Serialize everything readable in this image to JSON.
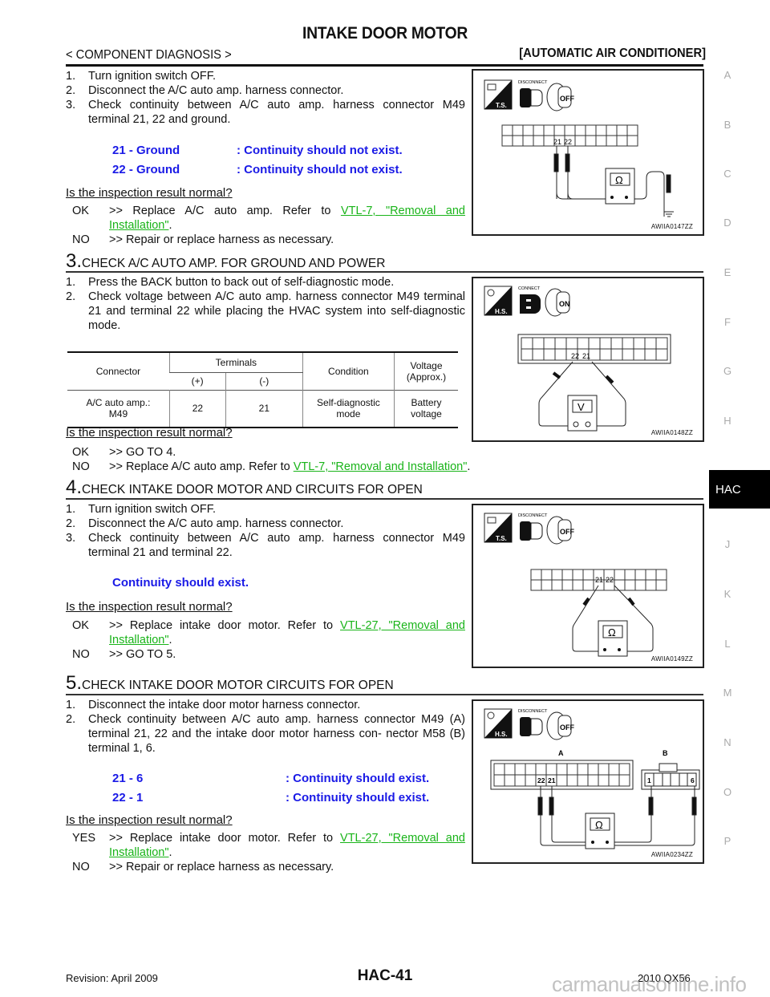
{
  "header": {
    "title": "INTAKE DOOR MOTOR",
    "section": "< COMPONENT DIAGNOSIS >",
    "category": "[AUTOMATIC AIR CONDITIONER]"
  },
  "step2_cont": {
    "items": [
      {
        "num": "1.",
        "text": "Turn ignition switch OFF."
      },
      {
        "num": "2.",
        "text": "Disconnect the A/C auto amp. harness connector."
      },
      {
        "num": "3.",
        "text": "Check continuity between A/C auto amp. harness connector M49 terminal 21, 22 and ground."
      }
    ],
    "specs": [
      {
        "pair": "21 - Ground",
        "result": ": Continuity should not exist."
      },
      {
        "pair": "22 - Ground",
        "result": ": Continuity should not exist."
      }
    ],
    "question": "Is the inspection result normal?",
    "results": [
      {
        "key": "OK",
        "text": ">> Replace A/C auto amp. Refer to ",
        "link": "VTL-7, \"Removal and Installation\"",
        "after": "."
      },
      {
        "key": "NO",
        "text": ">> Repair or replace harness as necessary.",
        "link": "",
        "after": ""
      }
    ],
    "figure": {
      "code": "AWIIA0147ZZ",
      "mode": "T.S.",
      "connect": "DISCONNECT",
      "switch": "OFF",
      "meter": "Ω",
      "pins": [
        "21",
        "22"
      ]
    }
  },
  "step3": {
    "number": "3.",
    "title": "CHECK A/C AUTO AMP. FOR GROUND AND POWER",
    "items": [
      {
        "num": "1.",
        "text": "Press the BACK button to back out of self-diagnostic mode."
      },
      {
        "num": "2.",
        "text": "Check voltage between A/C auto amp. harness connector M49 terminal 21 and terminal 22 while placing the HVAC system into self-diagnostic mode."
      }
    ],
    "table": {
      "headers": {
        "connector": "Connector",
        "terminals": "Terminals",
        "plus": "(+)",
        "minus": "(-)",
        "condition": "Condition",
        "voltage": "Voltage (Approx.)"
      },
      "rows": [
        {
          "connector": "A/C auto amp.: M49",
          "plus": "22",
          "minus": "21",
          "condition": "Self-diagnostic mode",
          "voltage": "Battery voltage"
        }
      ]
    },
    "question": "Is the inspection result normal?",
    "results": [
      {
        "key": "OK",
        "text": ">> GO TO 4.",
        "link": "",
        "after": ""
      },
      {
        "key": "NO",
        "text": ">> Replace A/C auto amp. Refer to ",
        "link": "VTL-7, \"Removal and Installation\"",
        "after": "."
      }
    ],
    "figure": {
      "code": "AWIIA0148ZZ",
      "mode": "H.S.",
      "connect": "CONNECT",
      "switch": "ON",
      "meter": "V",
      "pins": [
        "22",
        "21"
      ]
    }
  },
  "step4": {
    "number": "4.",
    "title": "CHECK INTAKE DOOR MOTOR AND CIRCUITS FOR OPEN",
    "items": [
      {
        "num": "1.",
        "text": "Turn ignition switch OFF."
      },
      {
        "num": "2.",
        "text": "Disconnect the A/C auto amp. harness connector."
      },
      {
        "num": "3.",
        "text": "Check continuity between A/C auto amp. harness connector M49 terminal 21 and terminal 22."
      }
    ],
    "spec": "Continuity should exist.",
    "question": "Is the inspection result normal?",
    "results": [
      {
        "key": "OK",
        "text": ">> Replace intake door motor. Refer to ",
        "link": "VTL-27, \"Removal and Installation\"",
        "after": "."
      },
      {
        "key": "NO",
        "text": ">> GO TO 5.",
        "link": "",
        "after": ""
      }
    ],
    "figure": {
      "code": "AWIIA0149ZZ",
      "mode": "T.S.",
      "connect": "DISCONNECT",
      "switch": "OFF",
      "meter": "Ω",
      "pins": [
        "21",
        "22"
      ]
    }
  },
  "step5": {
    "number": "5.",
    "title": "CHECK INTAKE DOOR MOTOR CIRCUITS FOR OPEN",
    "items": [
      {
        "num": "1.",
        "text": "Disconnect the intake door motor harness connector."
      },
      {
        "num": "2.",
        "text": "Check continuity between A/C auto amp. harness connector M49 (A) terminal 21, 22 and the intake door motor harness con- nector M58 (B) terminal 1, 6."
      }
    ],
    "specs": [
      {
        "pair": "21 - 6",
        "result": ": Continuity should exist."
      },
      {
        "pair": "22 - 1",
        "result": ": Continuity should exist."
      }
    ],
    "question": "Is the inspection result normal?",
    "results": [
      {
        "key": "YES",
        "text": ">> Replace intake door motor. Refer to ",
        "link": "VTL-27, \"Removal and Installation\"",
        "after": "."
      },
      {
        "key": "NO",
        "text": ">> Repair or replace harness as necessary.",
        "link": "",
        "after": ""
      }
    ],
    "figure": {
      "code": "AWIIA0234ZZ",
      "mode": "H.S.",
      "connect": "DISCONNECT",
      "switch": "OFF",
      "meter": "Ω",
      "label_a": "A",
      "label_b": "B",
      "pins_a": [
        "22",
        "21"
      ],
      "pins_b": [
        "1",
        "6"
      ]
    }
  },
  "sidebar": {
    "letters": [
      "A",
      "B",
      "C",
      "D",
      "E",
      "F",
      "G",
      "H"
    ],
    "active": "HAC",
    "letters_after": [
      "J",
      "K",
      "L",
      "M",
      "N",
      "O",
      "P"
    ]
  },
  "footer": {
    "revision": "Revision: April 2009",
    "page": "HAC-41",
    "model": "2010 QX56",
    "watermark": "carmanualsonline.info"
  }
}
